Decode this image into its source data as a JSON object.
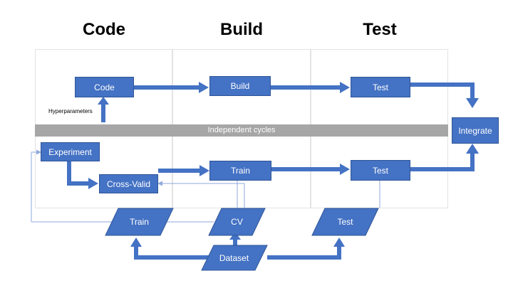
{
  "headers": {
    "code": "Code",
    "build": "Build",
    "test": "Test"
  },
  "band_label": "Independent cycles",
  "hyperparameters_label": "Hyperparameters",
  "nodes": {
    "code": "Code",
    "build": "Build",
    "test_top": "Test",
    "integrate": "Integrate",
    "experiment": "Experiment",
    "cross_valid": "Cross-Valid",
    "train_mid": "Train",
    "test_mid": "Test"
  },
  "data_nodes": {
    "train": "Train",
    "cv": "CV",
    "test": "Test",
    "dataset": "Dataset"
  },
  "colors": {
    "node_fill": "#4472c4",
    "node_border": "#2f5597",
    "arrow": "#4472c4",
    "thin_connector": "#8faadc",
    "band": "#a6a6a6",
    "panel_border": "#e3e3e3"
  }
}
